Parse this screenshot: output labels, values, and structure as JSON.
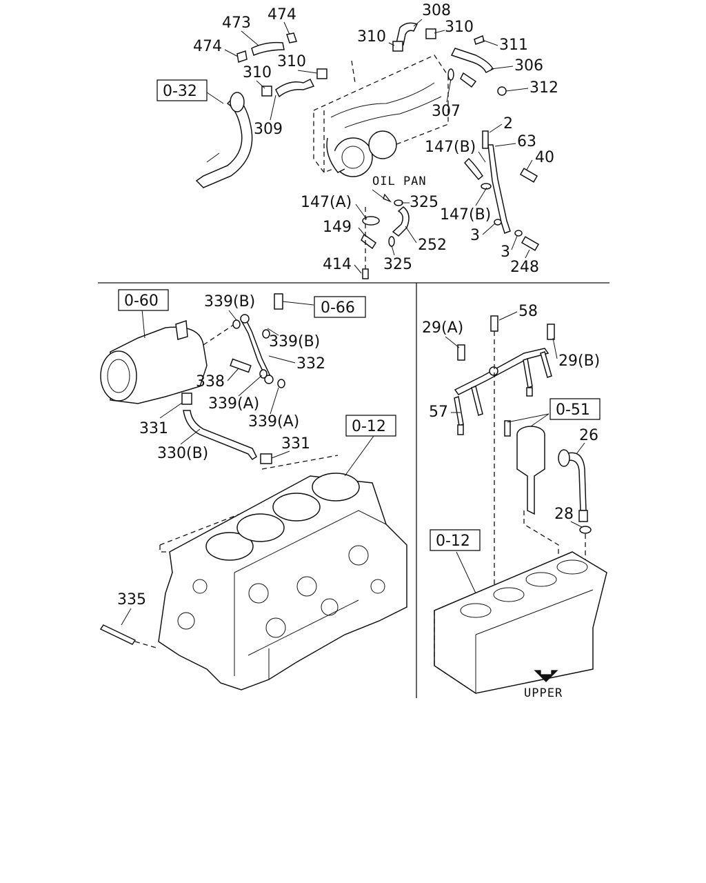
{
  "labels": {
    "top": [
      "473",
      "474",
      "474",
      "310",
      "310",
      "308",
      "310",
      "310",
      "311",
      "306",
      "312",
      "307",
      "309",
      "2",
      "63",
      "147(B)",
      "40",
      "147(B)",
      "147(A)",
      "325",
      "149",
      "252",
      "3",
      "3",
      "248",
      "414",
      "325"
    ],
    "left": [
      "339(B)",
      "339(B)",
      "332",
      "338",
      "339(A)",
      "339(A)",
      "331",
      "330(B)",
      "331",
      "335"
    ],
    "right": [
      "58",
      "29(A)",
      "29(B)",
      "57",
      "26",
      "28"
    ]
  },
  "refs": {
    "r032": "0-32",
    "r060": "0-60",
    "r066": "0-66",
    "r012a": "0-12",
    "r051": "0-51",
    "r012b": "0-12"
  },
  "notes": {
    "oil_pan": "OIL PAN",
    "upper": "UPPER"
  }
}
